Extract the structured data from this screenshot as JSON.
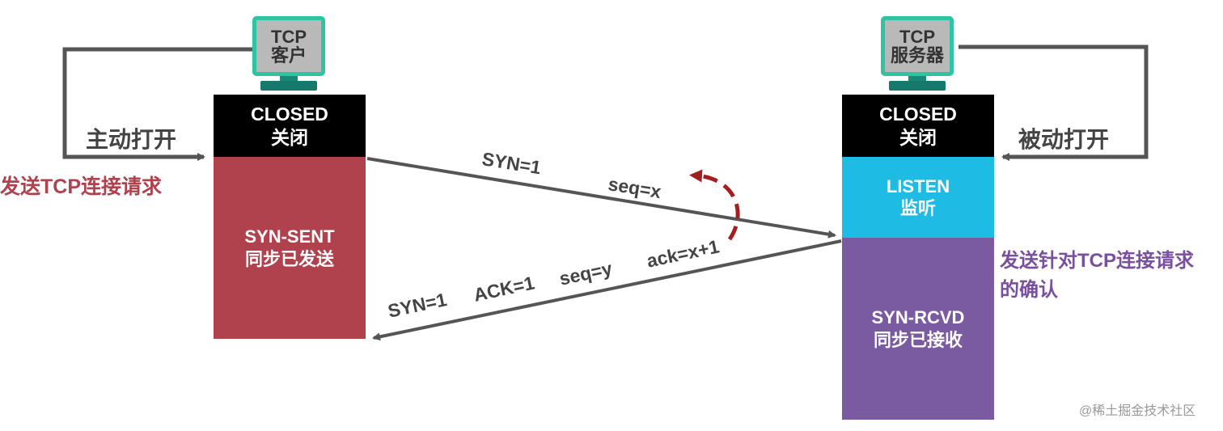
{
  "client": {
    "monitor_line1": "TCP",
    "monitor_line2": "客户",
    "closed_en": "CLOSED",
    "closed_zh": "关闭",
    "sent_en": "SYN-SENT",
    "sent_zh": "同步已发送",
    "open_label": "主动打开",
    "request_label": "发送TCP连接请求"
  },
  "server": {
    "monitor_line1": "TCP",
    "monitor_line2": "服务器",
    "closed_en": "CLOSED",
    "closed_zh": "关闭",
    "listen_en": "LISTEN",
    "listen_zh": "监听",
    "rcvd_en": "SYN-RCVD",
    "rcvd_zh": "同步已接收",
    "open_label": "被动打开",
    "ack_label_line1": "发送针对TCP连接请求",
    "ack_label_line2": "的确认"
  },
  "messages": {
    "syn_request": {
      "syn": "SYN=1",
      "seq": "seq=x"
    },
    "syn_ack": {
      "syn": "SYN=1",
      "ack_flag": "ACK=1",
      "seq": "seq=y",
      "ack": "ack=x+1"
    }
  },
  "watermark": "@稀土掘金技术社区",
  "colors": {
    "closed": "#000000",
    "syn_sent": "#b0424e",
    "listen": "#1ebbe5",
    "syn_rcvd": "#7a5aa0",
    "client_red_label": "#b0424e",
    "server_purple_label": "#7a4f9e",
    "arrow_gray": "#555555",
    "dashed_red": "#a31f1f",
    "monitor_frame": "#2ec3a1"
  }
}
